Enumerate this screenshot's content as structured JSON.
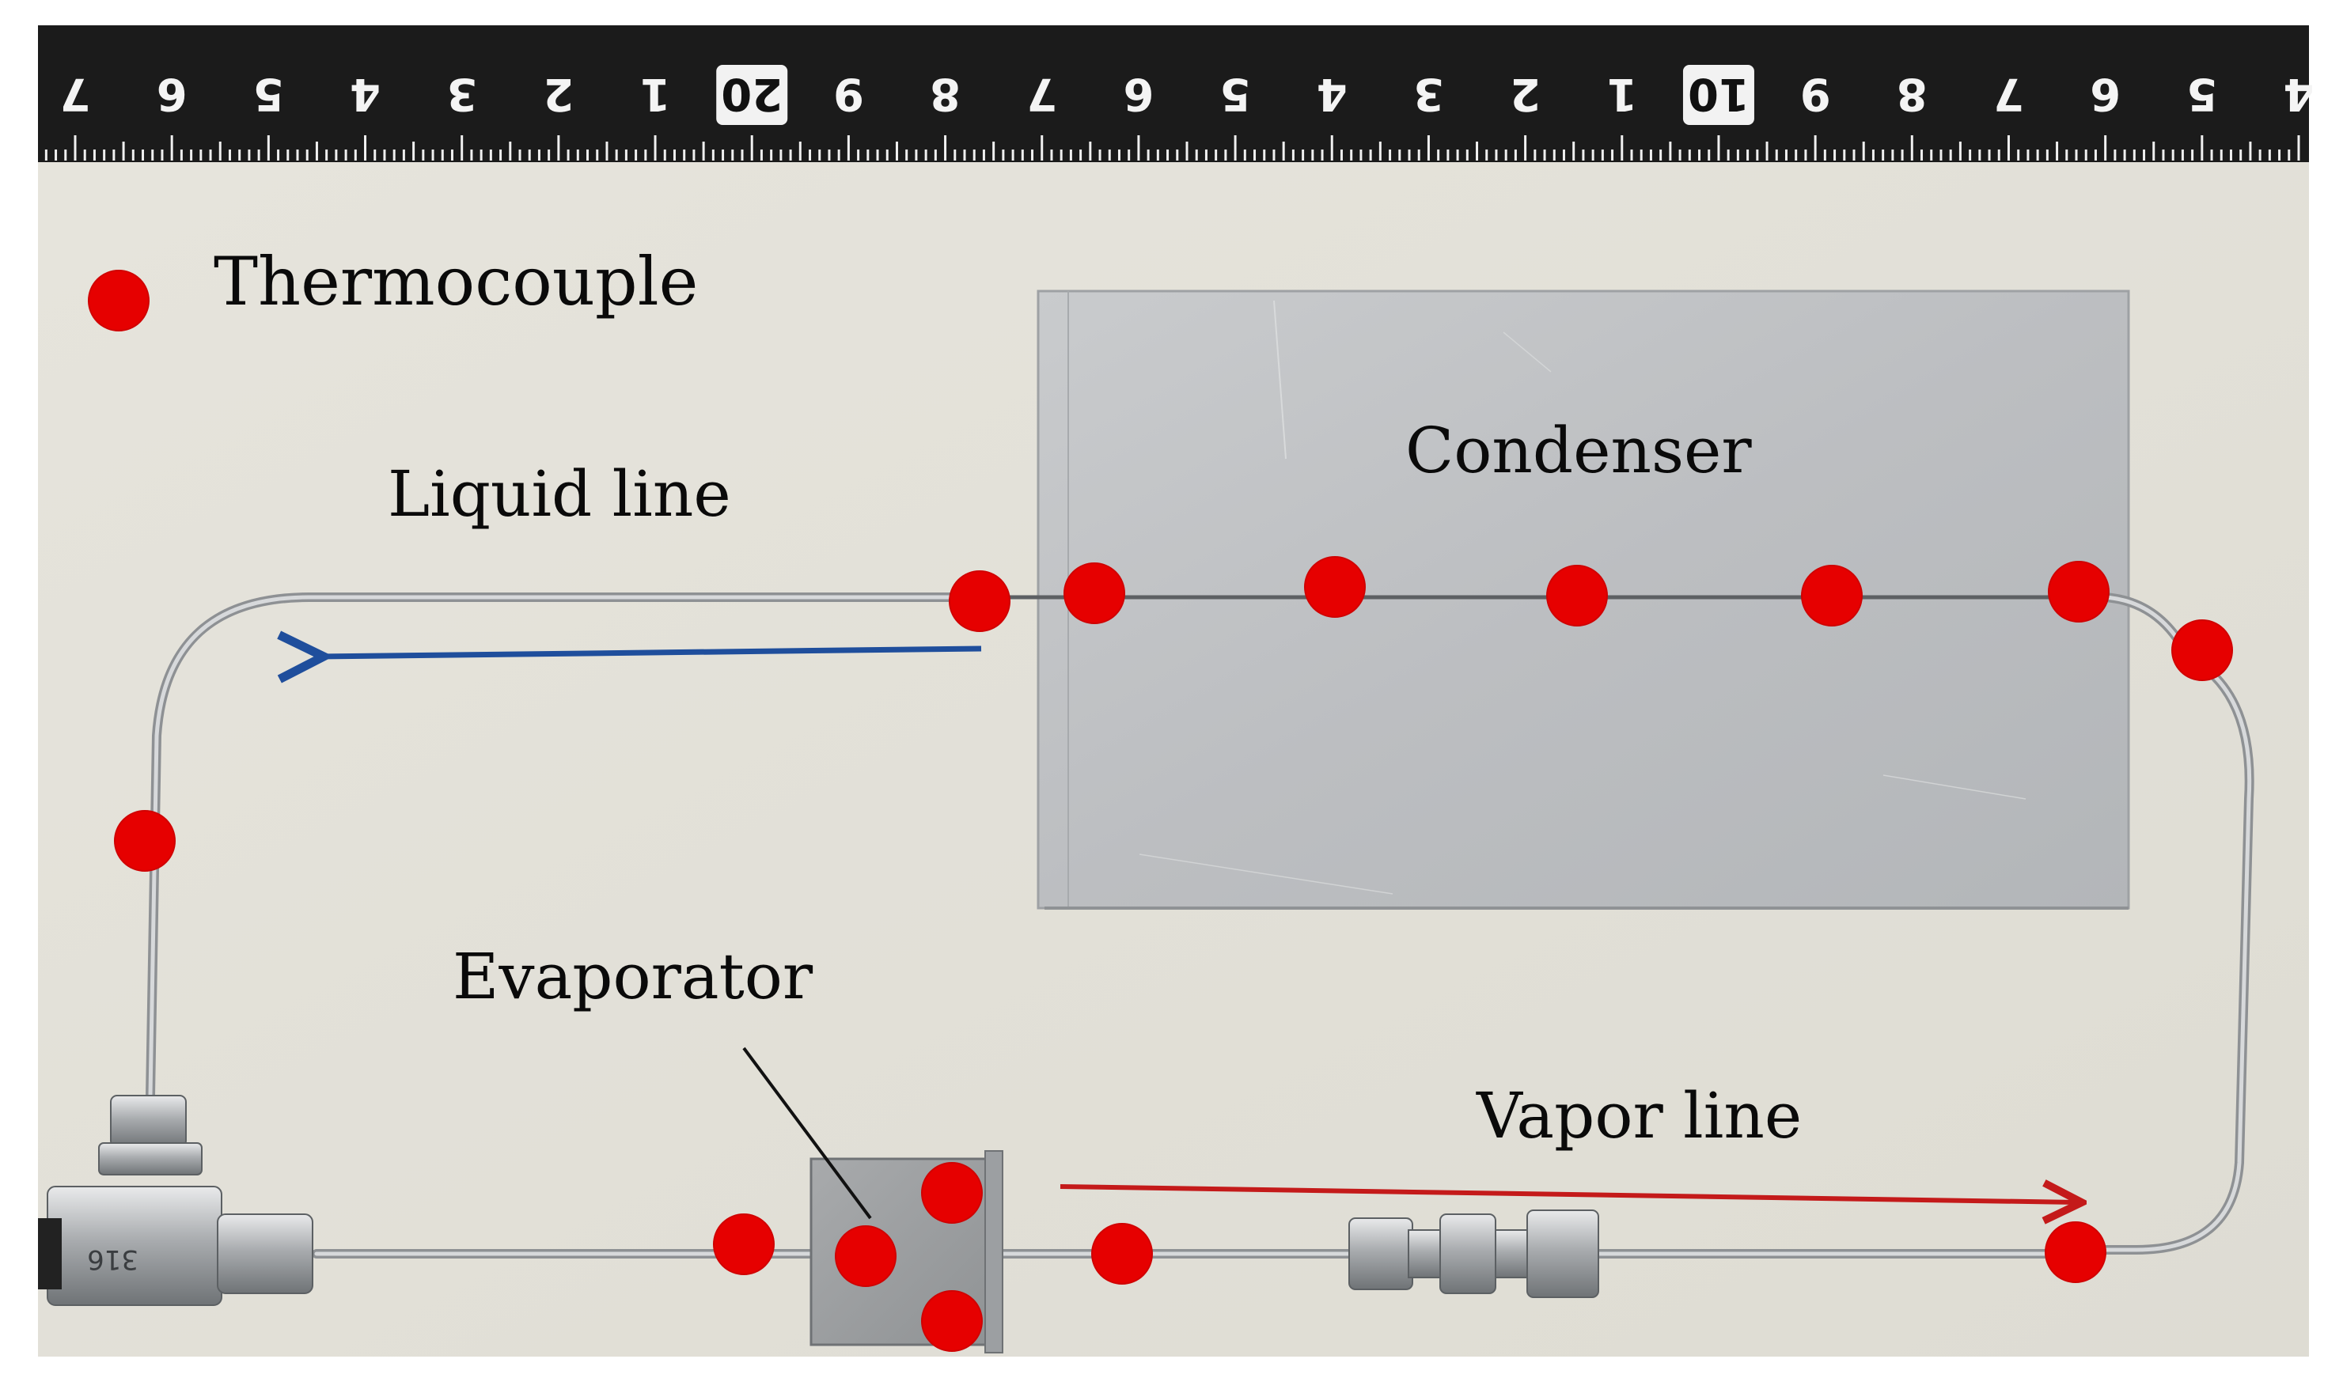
{
  "labels": {
    "legend": "Thermocouple",
    "condenser": "Condenser",
    "liquid_line": "Liquid line",
    "evaporator": "Evaporator",
    "vapor_line": "Vapor line"
  },
  "ruler": {
    "numbers": [
      "7",
      "6",
      "5",
      "4",
      "3",
      "2",
      "1",
      "20",
      "9",
      "8",
      "7",
      "6",
      "5",
      "4",
      "3",
      "2",
      "1",
      "10",
      "9",
      "8",
      "7",
      "6",
      "5",
      "4"
    ],
    "boxed": [
      "20",
      "10"
    ]
  },
  "fitting": {
    "marking": "316"
  },
  "colors": {
    "thermocouple": "#e60000",
    "liquid_arrow": "#1f4e9c",
    "vapor_arrow": "#c41a1a",
    "background": "#e3e1d9",
    "ruler": "#1b1b1b",
    "condenser": "#bfc1c3",
    "tube": "#b9bcbf"
  },
  "icons": {
    "legend_marker": "red-dot-icon"
  }
}
